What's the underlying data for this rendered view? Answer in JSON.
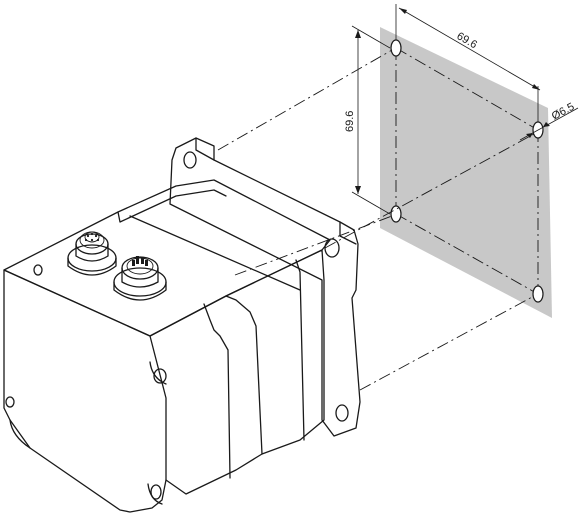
{
  "colors": {
    "plate": "#c8c8c8",
    "ink": "#1a1a1a",
    "background": "#ffffff"
  },
  "dimensions": {
    "width": "69.6",
    "height": "69.6",
    "hole_diameter": "Ø6.5"
  }
}
